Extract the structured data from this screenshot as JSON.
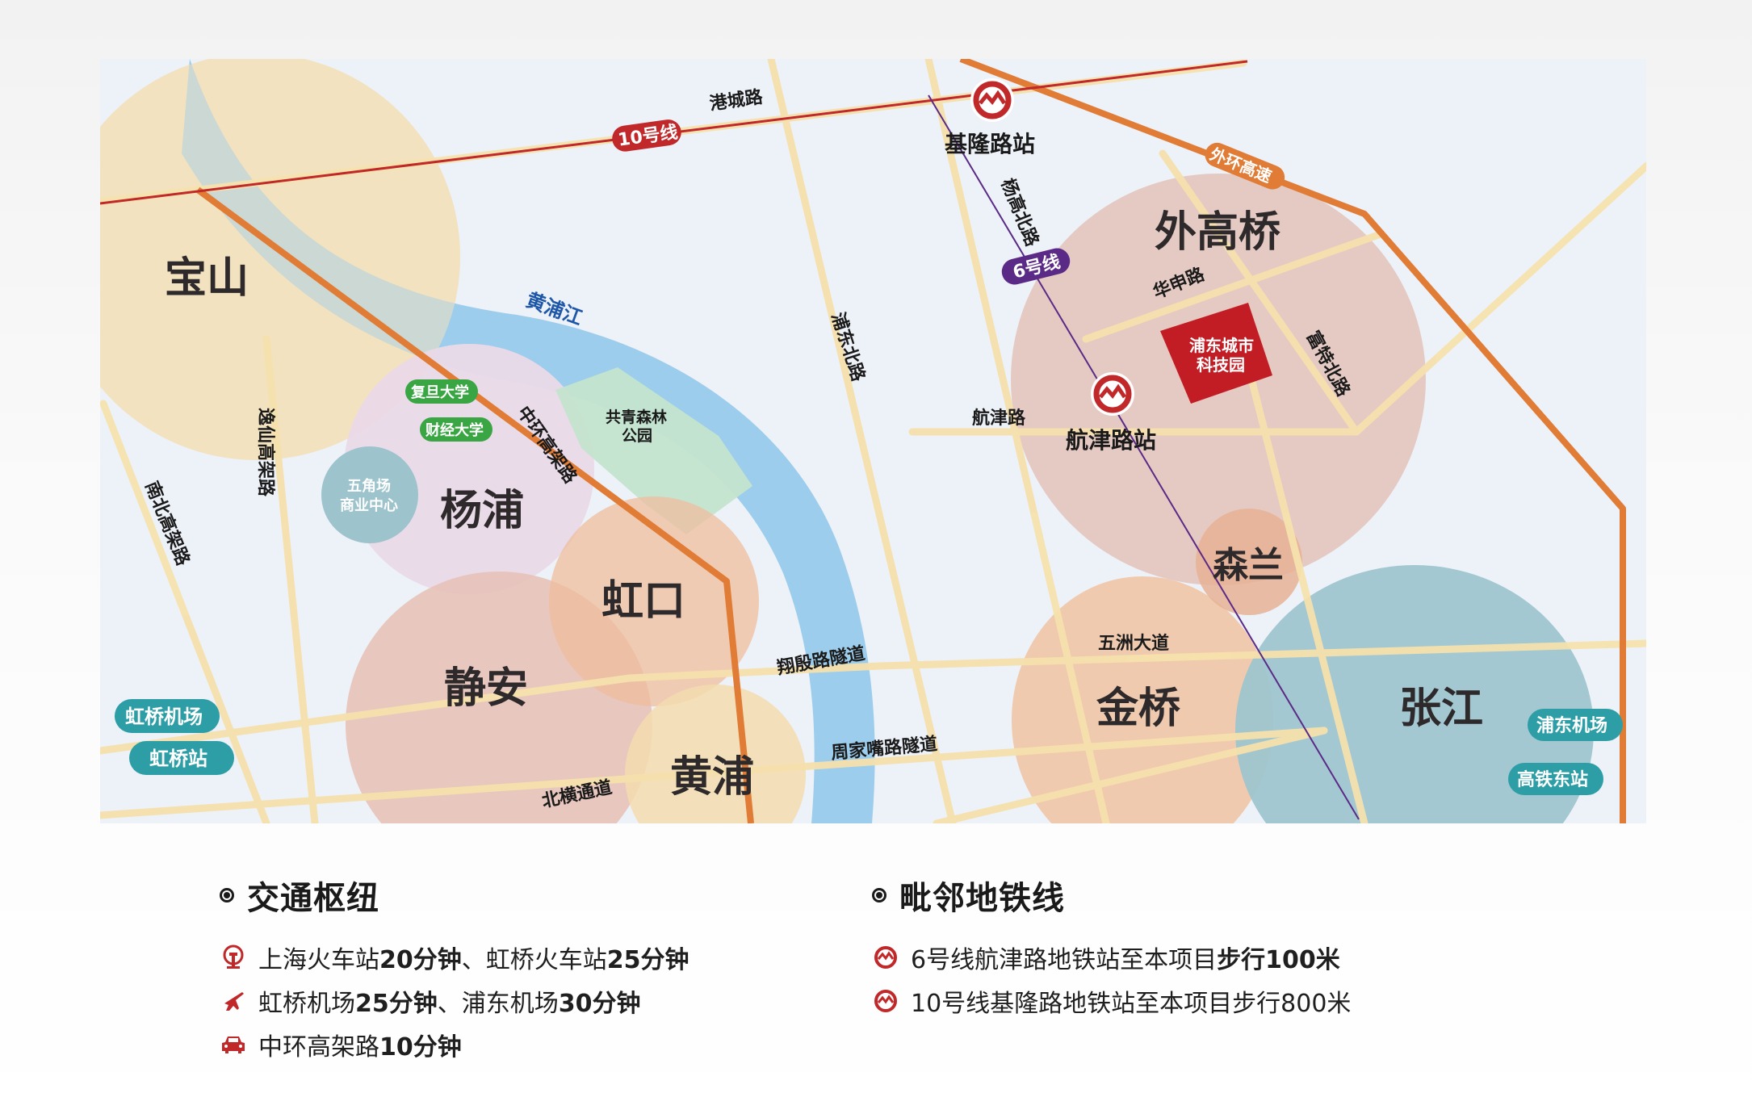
{
  "map": {
    "districts": {
      "baoshan": "宝山",
      "yangpu": "杨浦",
      "hongkou": "虹口",
      "jingan": "静安",
      "huangpu": "黄浦",
      "waigaoqiao": "外高桥",
      "senlan": "森兰",
      "jinqiao": "金桥",
      "zhangjiang": "张江"
    },
    "rivers": {
      "huangpujiang": "黄浦江"
    },
    "roads": {
      "gangcheng": "港城路",
      "pudong_north": "浦东北路",
      "yanggao_north": "杨高北路",
      "huashen": "华申路",
      "fute_north": "富特北路",
      "hangjin": "航津路",
      "middle_ring": "中环高架路",
      "yixian": "逸仙高架路",
      "nanbei": "南北高架路",
      "xiangyin_tunnel": "翔殷路隧道",
      "zhoujiazui_tunnel": "周家嘴路隧道",
      "beiheng": "北横通道",
      "wuzhou": "五洲大道"
    },
    "lines": {
      "line10": "10号线",
      "line6": "6号线",
      "outer_ring": "外环高速"
    },
    "stations": {
      "jilong": "基隆路站",
      "hangjin": "航津路站"
    },
    "pois": {
      "fudan": "复旦大学",
      "caijing": "财经大学",
      "gongqing_park_1": "共青森林",
      "gongqing_park_2": "公园",
      "wujiaochang_1": "五角场",
      "wujiaochang_2": "商业中心",
      "hongqiao_airport": "虹桥机场",
      "hongqiao_station": "虹桥站",
      "pudong_airport": "浦东机场",
      "east_hsr": "高铁东站"
    },
    "project": {
      "line1": "浦东城市",
      "line2": "科技园"
    },
    "colors": {
      "background": "#edf1f8",
      "river": "#9ccdec",
      "road": "#f6e1ad",
      "highway": "#e07c35",
      "line10": "#c0282a",
      "line6": "#5b2a86",
      "project": "#c21d24",
      "pill_teal": "#2d9ea6",
      "pill_green": "#3aa543"
    }
  },
  "transport": {
    "title": "交通枢纽",
    "items": [
      {
        "icon": "railway-icon",
        "parts": [
          {
            "t": "上海火车站",
            "b": false
          },
          {
            "t": "20分钟",
            "b": true
          },
          {
            "t": "、虹桥火车站",
            "b": false
          },
          {
            "t": "25分钟",
            "b": true
          }
        ]
      },
      {
        "icon": "airplane-icon",
        "parts": [
          {
            "t": "虹桥机场",
            "b": false
          },
          {
            "t": "25分钟",
            "b": true
          },
          {
            "t": "、浦东机场",
            "b": false
          },
          {
            "t": "30分钟",
            "b": true
          }
        ]
      },
      {
        "icon": "car-icon",
        "parts": [
          {
            "t": "中环高架路",
            "b": false
          },
          {
            "t": "10分钟",
            "b": true
          }
        ]
      }
    ]
  },
  "metro": {
    "title": "毗邻地铁线",
    "items": [
      {
        "icon": "metro-icon",
        "parts": [
          {
            "t": "6号线航津路地铁站至本项目",
            "b": false
          },
          {
            "t": "步行100米",
            "b": true
          }
        ]
      },
      {
        "icon": "metro-icon",
        "parts": [
          {
            "t": "10号线基隆路地铁站至本项目步行800米",
            "b": false
          }
        ]
      }
    ]
  }
}
